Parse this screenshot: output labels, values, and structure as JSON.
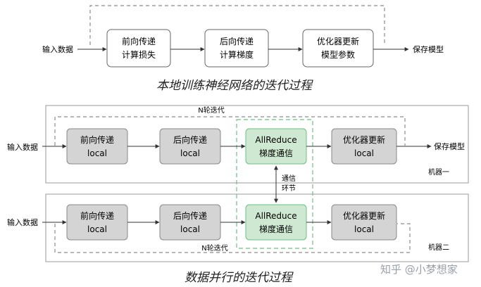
{
  "top": {
    "input_label": "输入数据",
    "output_label": "保存模型",
    "boxes": [
      {
        "line1": "前向传递",
        "line2": "计算损失"
      },
      {
        "line1": "后向传递",
        "line2": "计算梯度"
      },
      {
        "line1": "优化器更新",
        "line2": "模型参数"
      }
    ],
    "title": "本地训练神经网络的迭代过程"
  },
  "bottom": {
    "machine1": {
      "input_label": "输入数据",
      "output_label": "保存模型",
      "loop_label": "N轮迭代",
      "machine_label": "机器一",
      "boxes": [
        {
          "line1": "前向传递",
          "line2": "local"
        },
        {
          "line1": "后向传递",
          "line2": "local"
        },
        {
          "line1": "AllReduce",
          "line2": "梯度通信"
        },
        {
          "line1": "优化器更新",
          "line2": "local"
        }
      ]
    },
    "machine2": {
      "input_label": "输入数据",
      "loop_label": "N轮迭代",
      "machine_label": "机器二",
      "boxes": [
        {
          "line1": "前向传递",
          "line2": "local"
        },
        {
          "line1": "后向传递",
          "line2": "local"
        },
        {
          "line1": "AllReduce",
          "line2": "梯度通信"
        },
        {
          "line1": "优化器更新",
          "line2": "local"
        }
      ]
    },
    "comm_label_line1": "通信",
    "comm_label_line2": "环节",
    "title": "数据并行的迭代过程"
  },
  "watermark": "知乎 @小梦想家",
  "colors": {
    "box_gray": "#d4d4d4",
    "box_green": "#cfe8d2",
    "green_stroke": "#6bbf84",
    "dashed": "#8c8c8c",
    "frame": "#9a9a9a"
  }
}
